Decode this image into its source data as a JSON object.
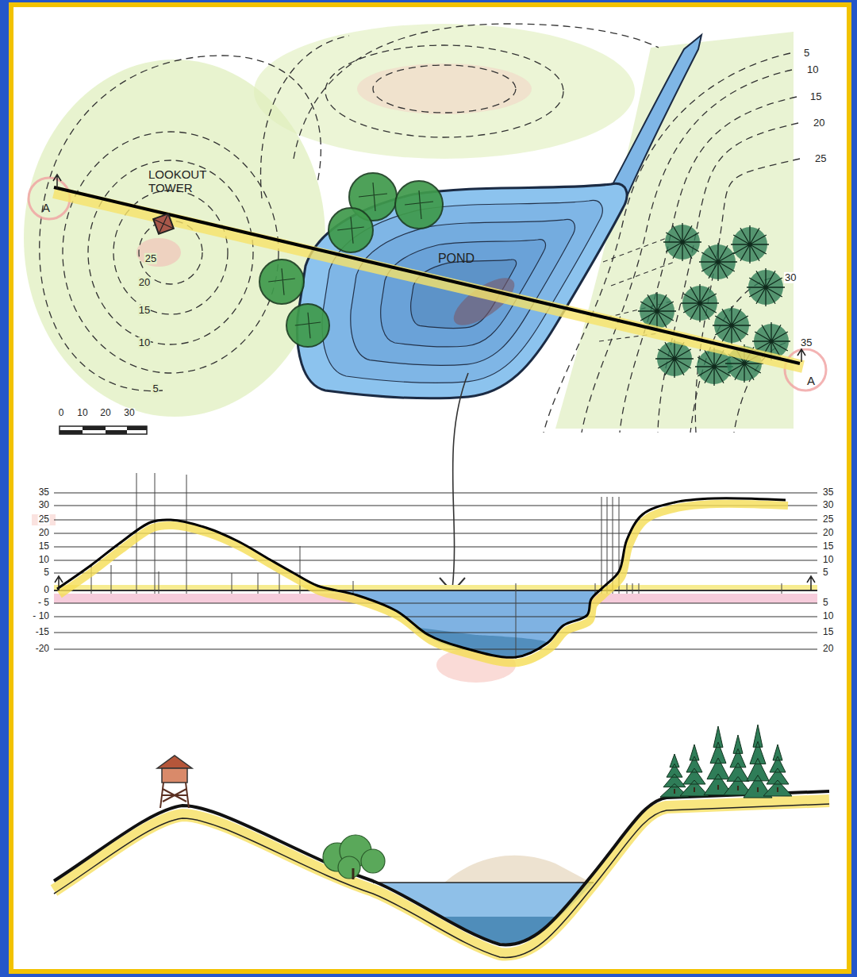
{
  "diagram": {
    "labels": [
      "LOOKOUT TOWER",
      "POND",
      "A",
      "A",
      "25",
      "20",
      "15",
      "10",
      "5",
      "5",
      "10",
      "15",
      "20",
      "25",
      "30",
      "35",
      "0",
      "10",
      "20",
      "30",
      "35",
      "30",
      "25",
      "20",
      "15",
      "10",
      "5",
      "0",
      "- 5",
      "- 10",
      "-15",
      "-20",
      "35",
      "30",
      "25",
      "20",
      "15",
      "10",
      "5",
      "5",
      "10",
      "15",
      "20"
    ]
  }
}
